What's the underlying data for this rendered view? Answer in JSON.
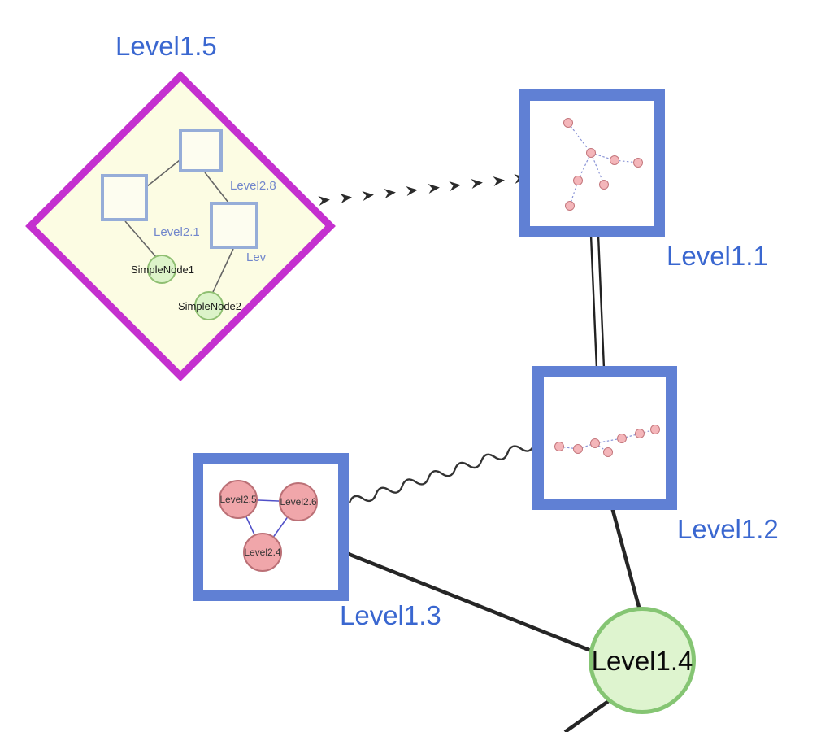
{
  "diagram": {
    "groups": {
      "level15": {
        "label": "Level1.5",
        "shape": "diamond",
        "children": {
          "squares": [
            {
              "label": "Level2.8"
            },
            {
              "label": "Level2.1"
            },
            {
              "label": "Lev"
            }
          ],
          "nodes": [
            {
              "label": "SimpleNode1"
            },
            {
              "label": "SimpleNode2"
            }
          ],
          "internal_edges": [
            [
              "Level2.1",
              "Level2.8"
            ],
            [
              "Level2.8",
              "Lev"
            ],
            [
              "Level2.1",
              "SimpleNode1"
            ],
            [
              "Lev",
              "SimpleNode2"
            ]
          ]
        }
      },
      "level11": {
        "label": "Level1.1",
        "shape": "square-group",
        "thumbnail": {
          "node_count": 7,
          "edge_style": "dashed"
        }
      },
      "level12": {
        "label": "Level1.2",
        "shape": "square-group",
        "thumbnail": {
          "node_count": 7,
          "edge_style": "dashed"
        }
      },
      "level13": {
        "label": "Level1.3",
        "shape": "square-group",
        "children": {
          "nodes": [
            {
              "label": "Level2.5"
            },
            {
              "label": "Level2.6"
            },
            {
              "label": "Level2.4"
            }
          ],
          "internal_edges": [
            [
              "Level2.5",
              "Level2.6"
            ],
            [
              "Level2.5",
              "Level2.4"
            ],
            [
              "Level2.6",
              "Level2.4"
            ]
          ]
        }
      },
      "level14": {
        "label": "Level1.4",
        "shape": "circle"
      }
    },
    "edges": [
      {
        "from": "Level1.5",
        "to": "Level1.1",
        "style": "bold-dashed-arrow"
      },
      {
        "from": "Level1.1",
        "to": "Level1.2",
        "style": "double-line"
      },
      {
        "from": "Level1.3",
        "to": "Level1.2",
        "style": "wavy"
      },
      {
        "from": "Level1.3",
        "to": "Level1.4",
        "style": "solid"
      },
      {
        "from": "Level1.2",
        "to": "Level1.4",
        "style": "solid"
      }
    ],
    "colors": {
      "diamond_border": "#c430cf",
      "diamond_fill": "#fcfce3",
      "group_border": "#6080d4",
      "label_blue": "#3a67d0",
      "green_fill": "#def4cf",
      "green_border": "#85c573",
      "pink_fill": "#f0a6aa",
      "pink_border": "#bb7076"
    }
  }
}
